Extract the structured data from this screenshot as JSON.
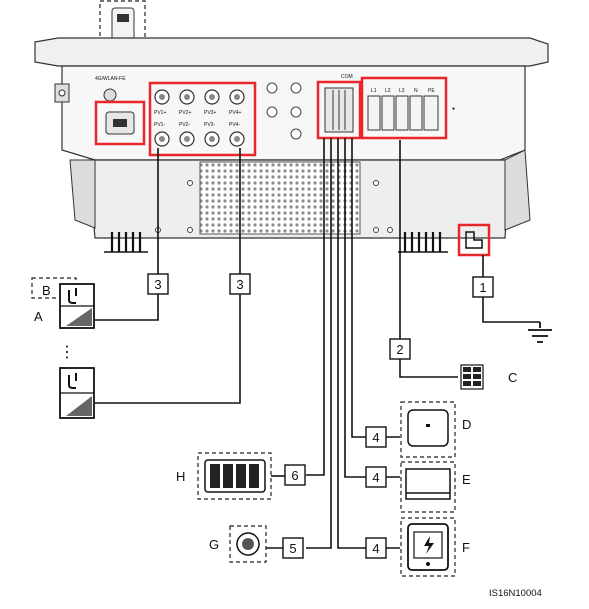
{
  "inverter": {
    "lan_port_label": "4G/WLAN-FE",
    "com_label": "COM",
    "pv_top": [
      "PV1+",
      "PV2+",
      "PV3+",
      "PV4+"
    ],
    "pv_bottom": [
      "PV1-",
      "PV2-",
      "PV3-",
      "PV4-"
    ],
    "ac_terminals": [
      "L1",
      "L2",
      "L3",
      "N",
      "PE"
    ]
  },
  "callouts": {
    "c1": "1",
    "c2": "2",
    "c3a": "3",
    "c3b": "3",
    "c4d": "4",
    "c4e": "4",
    "c4f": "4",
    "c5": "5",
    "c6": "6"
  },
  "devices": {
    "A": "A",
    "B": "B",
    "C": "C",
    "D": "D",
    "E": "E",
    "F": "F",
    "G": "G",
    "H": "H",
    "ellipsis": "⋮"
  },
  "figure_id": "IS16N10004",
  "colors": {
    "highlight": "#e8262c",
    "line": "#111111",
    "panel": "#f2f2f2",
    "grille": "#9a9a9a"
  },
  "icons": [
    "smart-dongle-icon",
    "pv-module-icon",
    "ground-icon",
    "ac-switch-icon",
    "inverter-device-icon",
    "display-device-icon",
    "power-meter-icon",
    "dc-switch-icon",
    "battery-icon"
  ]
}
